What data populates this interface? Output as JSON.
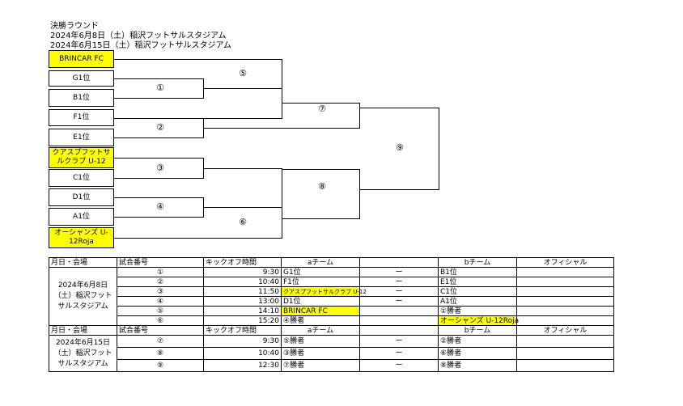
{
  "header": {
    "title": "決勝ラウンド",
    "date1": "2024年6月8日（土）稲沢フットサルスタジアム",
    "date2": "2024年6月15日（土）稲沢フットサルスタジアム"
  },
  "teams": [
    "BRINCAR FC",
    "G1位",
    "B1位",
    "F1位",
    "E1位",
    "クアスプフットサルクラブ U-12",
    "C1位",
    "D1位",
    "A1位",
    "オーシャンズ U-12Roja"
  ],
  "matches": [
    "①",
    "②",
    "③",
    "④",
    "⑤",
    "⑥",
    "⑦",
    "⑧",
    "⑨"
  ],
  "schedule_headers": {
    "date_venue": "月日・会場",
    "match_no": "試合番号",
    "kickoff": "キックオフ時間",
    "a_team": "aチーム",
    "b_team": "bチーム",
    "official": "オフィシャル"
  },
  "venue1": "2024年6月8日（土）稲沢フットサルスタジアム",
  "venue2": "2024年6月15日（土）稲沢フットサルスタジアム",
  "day1_rows": [
    {
      "no": "①",
      "time": "9:30",
      "a": "G1位",
      "vs": "ー",
      "b": "B1位"
    },
    {
      "no": "②",
      "time": "10:40",
      "a": "F1位",
      "vs": "ー",
      "b": "E1位"
    },
    {
      "no": "③",
      "time": "11:50",
      "a": "クアスプフットサルクラブ U-12",
      "vs": "ー",
      "b": "C1位"
    },
    {
      "no": "④",
      "time": "13:00",
      "a": "D1位",
      "vs": "ー",
      "b": "A1位"
    },
    {
      "no": "⑤",
      "time": "14:10",
      "a": "BRINCAR FC",
      "vs": "",
      "b": "①勝者"
    },
    {
      "no": "⑥",
      "time": "15:20",
      "a": "④勝者",
      "vs": "",
      "b": "オーシャンズ U-12Roja"
    }
  ],
  "day2_rows": [
    {
      "no": "⑦",
      "time": "9:30",
      "a": "⑤勝者",
      "vs": "ー",
      "b": "②勝者"
    },
    {
      "no": "⑧",
      "time": "10:40",
      "a": "③勝者",
      "vs": "ー",
      "b": "⑥勝者"
    },
    {
      "no": "⑨",
      "time": "12:30",
      "a": "⑦勝者",
      "vs": "ー",
      "b": "⑧勝者"
    }
  ]
}
